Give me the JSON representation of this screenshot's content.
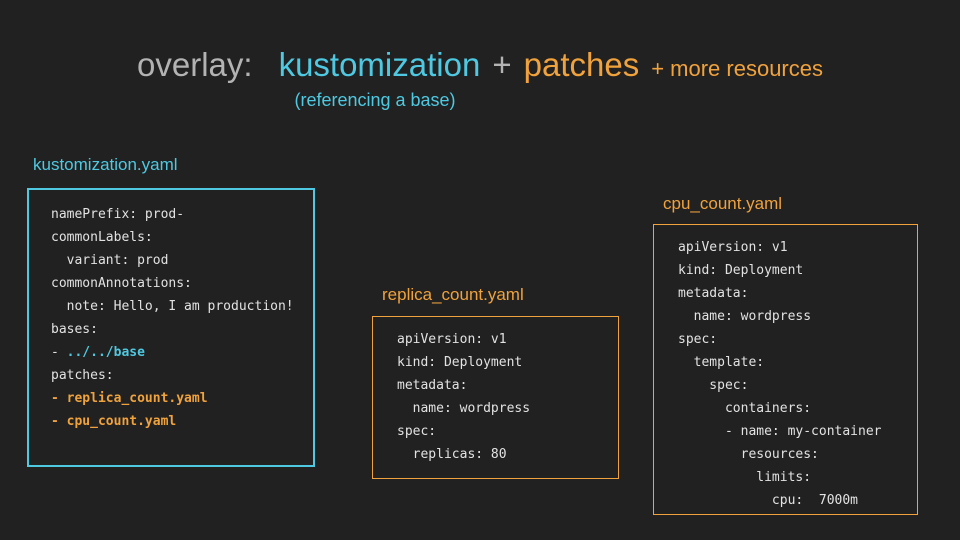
{
  "colors": {
    "background": "#212121",
    "accent_cyan": "#4ec9e1",
    "accent_orange": "#f0a23c",
    "title_gray": "#b3b3b3",
    "code_text": "#e2e2e2"
  },
  "title": {
    "prefix": "overlay:",
    "term_kustomization": "kustomization",
    "plus": "+",
    "term_patches": "patches",
    "suffix": "+ more resources",
    "subtitle": "(referencing a base)"
  },
  "panels": {
    "kustomization": {
      "filename": "kustomization.yaml",
      "lines": [
        {
          "text": "namePrefix: prod-"
        },
        {
          "text": "commonLabels:"
        },
        {
          "text": "  variant: prod"
        },
        {
          "text": "commonAnnotations:"
        },
        {
          "text": "  note: Hello, I am production!"
        },
        {
          "text": "bases:"
        },
        {
          "prefix": "- ",
          "text": "../../base"
        },
        {
          "text": "patches:"
        },
        {
          "text": "- replica_count.yaml"
        },
        {
          "text": "- cpu_count.yaml"
        }
      ]
    },
    "replica_count": {
      "filename": "replica_count.yaml",
      "lines": [
        {
          "text": "apiVersion: v1"
        },
        {
          "text": "kind: Deployment"
        },
        {
          "text": "metadata:"
        },
        {
          "text": "  name: wordpress"
        },
        {
          "text": "spec:"
        },
        {
          "text": "  replicas: 80"
        }
      ]
    },
    "cpu_count": {
      "filename": "cpu_count.yaml",
      "lines": [
        {
          "text": "apiVersion: v1"
        },
        {
          "text": "kind: Deployment"
        },
        {
          "text": "metadata:"
        },
        {
          "text": "  name: wordpress"
        },
        {
          "text": "spec:"
        },
        {
          "text": "  template:"
        },
        {
          "text": "    spec:"
        },
        {
          "text": "      containers:"
        },
        {
          "text": "      - name: my-container"
        },
        {
          "text": "        resources:"
        },
        {
          "text": "          limits:"
        },
        {
          "text": "            cpu:  7000m"
        }
      ]
    }
  }
}
